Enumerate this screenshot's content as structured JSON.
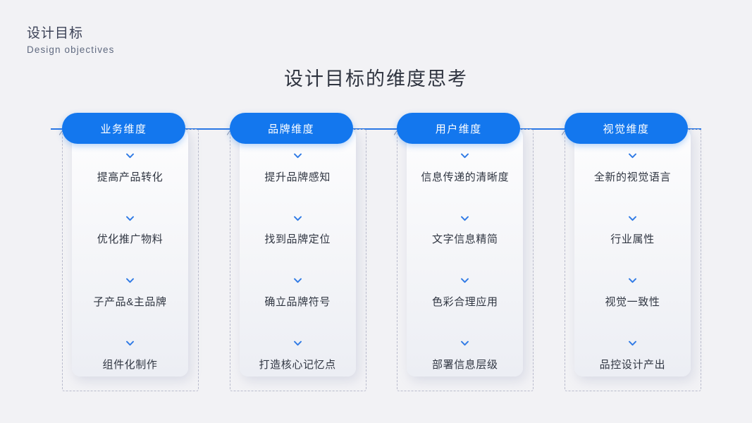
{
  "heading": {
    "zh": "设计目标",
    "en": "Design objectives"
  },
  "title": "设计目标的维度思考",
  "colors": {
    "accent": "#1377EE",
    "axis_line": "#2A77E4",
    "background": "#F2F2F5",
    "dashed_border": "#B9BBCC",
    "chevron": "#2F7AE5",
    "text": "#303642"
  },
  "icons": {
    "chevron_down": "chevron-down-icon",
    "caret_up": "caret-up-icon"
  },
  "columns": [
    {
      "pill": "业务维度",
      "items": [
        "提高产品转化",
        "优化推广物料",
        "子产品&主品牌",
        "组件化制作"
      ]
    },
    {
      "pill": "品牌维度",
      "items": [
        "提升品牌感知",
        "找到品牌定位",
        "确立品牌符号",
        "打造核心记忆点"
      ]
    },
    {
      "pill": "用户维度",
      "items": [
        "信息传递的清晰度",
        "文字信息精简",
        "色彩合理应用",
        "部署信息层级"
      ]
    },
    {
      "pill": "视觉维度",
      "items": [
        "全新的视觉语言",
        "行业属性",
        "视觉一致性",
        "品控设计产出"
      ]
    }
  ]
}
